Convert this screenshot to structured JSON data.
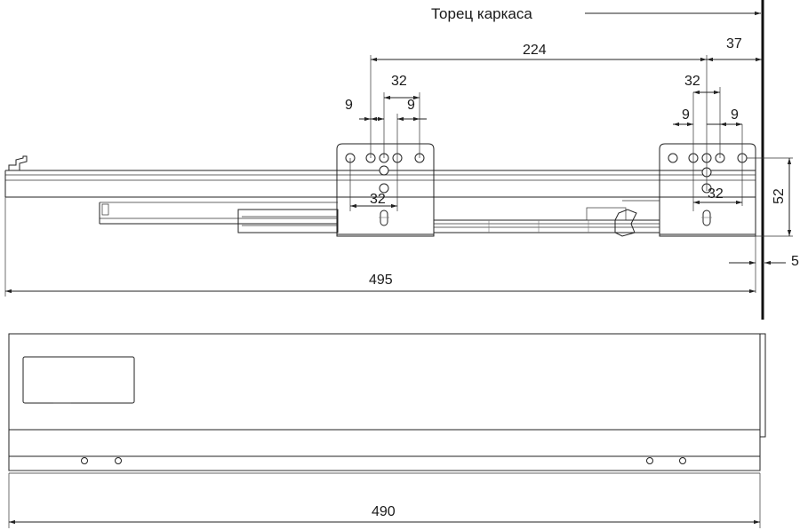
{
  "diagram": {
    "top_view": {
      "label_frame_end": "Торец каркаса",
      "dim_224": "224",
      "dim_37": "37",
      "dim_32_left_top": "32",
      "dim_9_left_a": "9",
      "dim_9_left_b": "9",
      "dim_32_left_inner": "32",
      "dim_32_right_top": "32",
      "dim_9_right_a": "9",
      "dim_9_right_b": "9",
      "dim_32_right_inner": "32",
      "dim_52": "52",
      "dim_5": "5",
      "dim_495": "495"
    },
    "front_view": {
      "dim_490": "490"
    }
  }
}
